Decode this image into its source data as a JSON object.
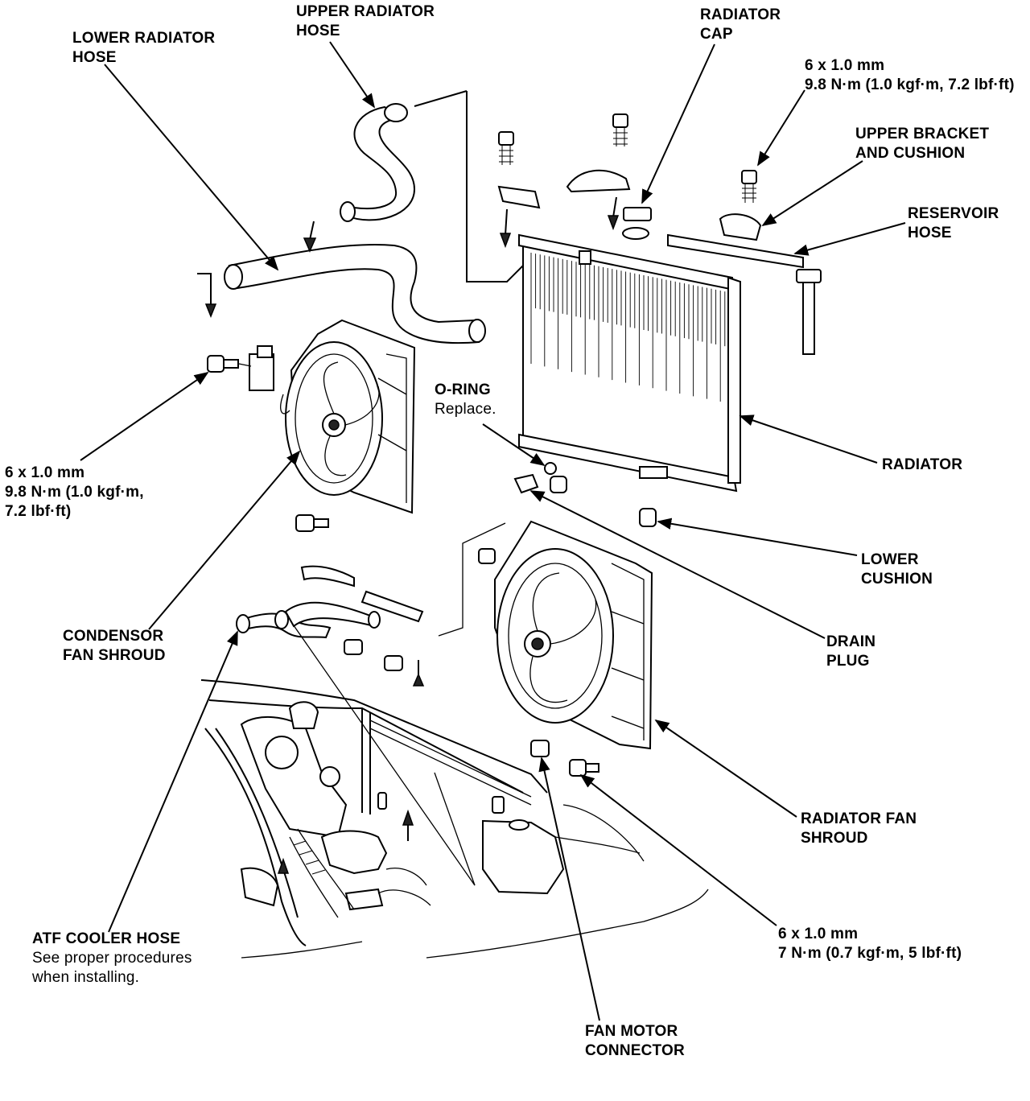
{
  "labels": {
    "lower_radiator_hose": [
      "LOWER RADIATOR",
      "HOSE"
    ],
    "upper_radiator_hose": [
      "UPPER RADIATOR",
      "HOSE"
    ],
    "radiator_cap": [
      "RADIATOR",
      "CAP"
    ],
    "bolt_torque_top": [
      "6 x 1.0 mm",
      "9.8 N·m (1.0 kgf·m, 7.2 lbf·ft)"
    ],
    "upper_bracket": [
      "UPPER BRACKET",
      "AND CUSHION"
    ],
    "reservoir_hose": [
      "RESERVOIR",
      "HOSE"
    ],
    "o_ring": [
      "O-RING"
    ],
    "o_ring_note": "Replace.",
    "radiator": [
      "RADIATOR"
    ],
    "bolt_torque_left": [
      "6 x 1.0 mm",
      "9.8 N·m (1.0 kgf·m,",
      "7.2 lbf·ft)"
    ],
    "lower_cushion": [
      "LOWER",
      "CUSHION"
    ],
    "drain_plug": [
      "DRAIN",
      "PLUG"
    ],
    "condensor_fan_shroud": [
      "CONDENSOR",
      "FAN SHROUD"
    ],
    "radiator_fan_shroud": [
      "RADIATOR FAN",
      "SHROUD"
    ],
    "atf_cooler_hose": [
      "ATF COOLER HOSE"
    ],
    "atf_cooler_note": [
      "See proper procedures",
      "when installing."
    ],
    "bolt_torque_bottom": [
      "6 x 1.0 mm",
      "7 N·m (0.7 kgf·m, 5 lbf·ft)"
    ],
    "fan_motor_connector": [
      "FAN MOTOR",
      "CONNECTOR"
    ]
  }
}
